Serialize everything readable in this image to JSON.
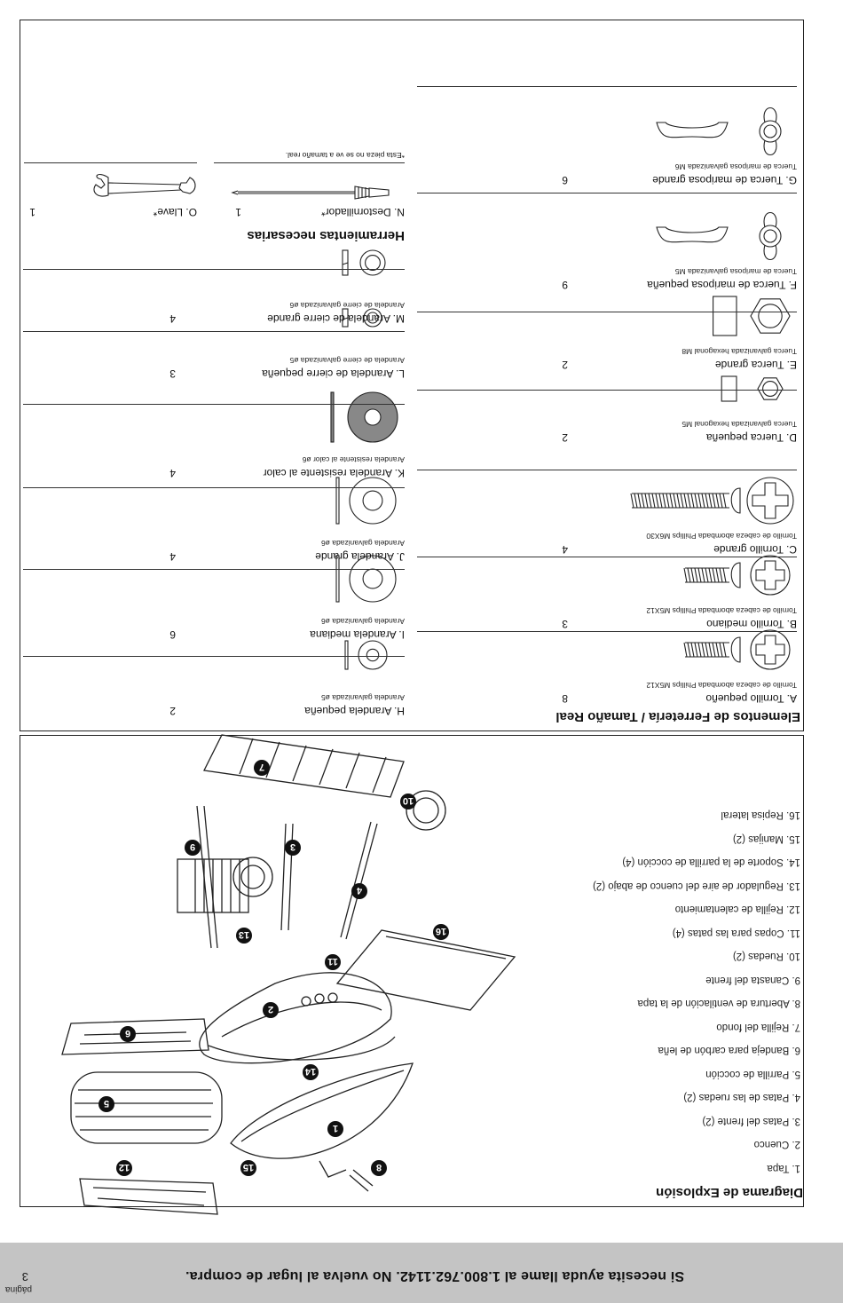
{
  "footer": {
    "page_word": "página",
    "page_number": "3",
    "help_text": "Si necesita ayuda llame al 1.800.762.1142. No vuelva al lugar de compra."
  },
  "exploded": {
    "title": "Diagrama de Explosión",
    "parts": [
      "1.   Tapa",
      "2.   Cuenco",
      "3.   Patas del frente (2)",
      "4.   Patas de las ruedas (2)",
      "5.   Parrilla de cocción",
      "6.   Bandeja para carbón de leña",
      "7.   Rejilla del fondo",
      "8.   Abertura de ventilación de la tapa",
      "9.   Canasta del frente",
      "10.  Ruedas (2)",
      "11.  Copas para las patas (4)",
      "12.  Rejilla de calentamiento",
      "13.  Regulador de aire del cuenco de abajo (2)",
      "14.  Soporte de la parrilla de cocción (4)",
      "15.  Manijas (2)",
      "16.  Repisa lateral"
    ],
    "callouts": [
      "1",
      "2",
      "3",
      "4",
      "5",
      "6",
      "7",
      "8",
      "9",
      "10",
      "11",
      "12",
      "13",
      "14",
      "15",
      "16"
    ]
  },
  "hardware": {
    "title": "Elementos de Ferretería / Tamaño Real",
    "left": [
      {
        "label": "A.  Tornillo pequeño",
        "sub": "Tornillo de cabeza abombada Phillips M5X12",
        "qty": "8"
      },
      {
        "label": "B.  Tornillo mediano",
        "sub": "Tornillo de cabeza abombada Phillips M5X12",
        "qty": "3"
      },
      {
        "label": "C.  Tornillo grande",
        "sub": "Tornillo de cabeza abombada Phillips M6X30",
        "qty": "4"
      },
      {
        "label": "D.  Tuerca pequeña",
        "sub": "Tuerca galvanizada hexagonal M5",
        "qty": "2"
      },
      {
        "label": "E.  Tuerca grande",
        "sub": "Tuerca galvanizada hexagonal M8",
        "qty": "2"
      },
      {
        "label": "F.  Tuerca de mariposa pequeña",
        "sub": "Tuerca de mariposa galvanizada M5",
        "qty": "9"
      },
      {
        "label": "G.  Tuerca de mariposa grande",
        "sub": "Tuerca de mariposa galvanizada M6",
        "qty": "6"
      }
    ],
    "right": [
      {
        "label": "H.  Arandela pequeña",
        "sub": "Arandela galvanizada ø5",
        "qty": "2"
      },
      {
        "label": "I.   Arandela mediana",
        "sub": "Arandela galvanizada ø6",
        "qty": "6"
      },
      {
        "label": "J.   Arandela grande",
        "sub": "Arandela galvanizada ø6",
        "qty": "4"
      },
      {
        "label": "K.  Arandela resistente al calor",
        "sub": "Arandela resistente al calor ø6",
        "qty": "4"
      },
      {
        "label": "L.   Arandela de cierre pequeña",
        "sub": "Arandela de cierre galvanizada ø5",
        "qty": "3"
      },
      {
        "label": "M.  Arandela de cierre grande",
        "sub": "Arandela de cierre galvanizada ø6",
        "qty": "4"
      }
    ],
    "tools_title": "Herramientas necesarias",
    "tools": [
      {
        "label": "N.  Destornillador*",
        "qty": "1"
      },
      {
        "label": "O.  Llave*",
        "qty": "1"
      }
    ],
    "tools_note": "*Esta pieza no se ve a tamaño real."
  }
}
